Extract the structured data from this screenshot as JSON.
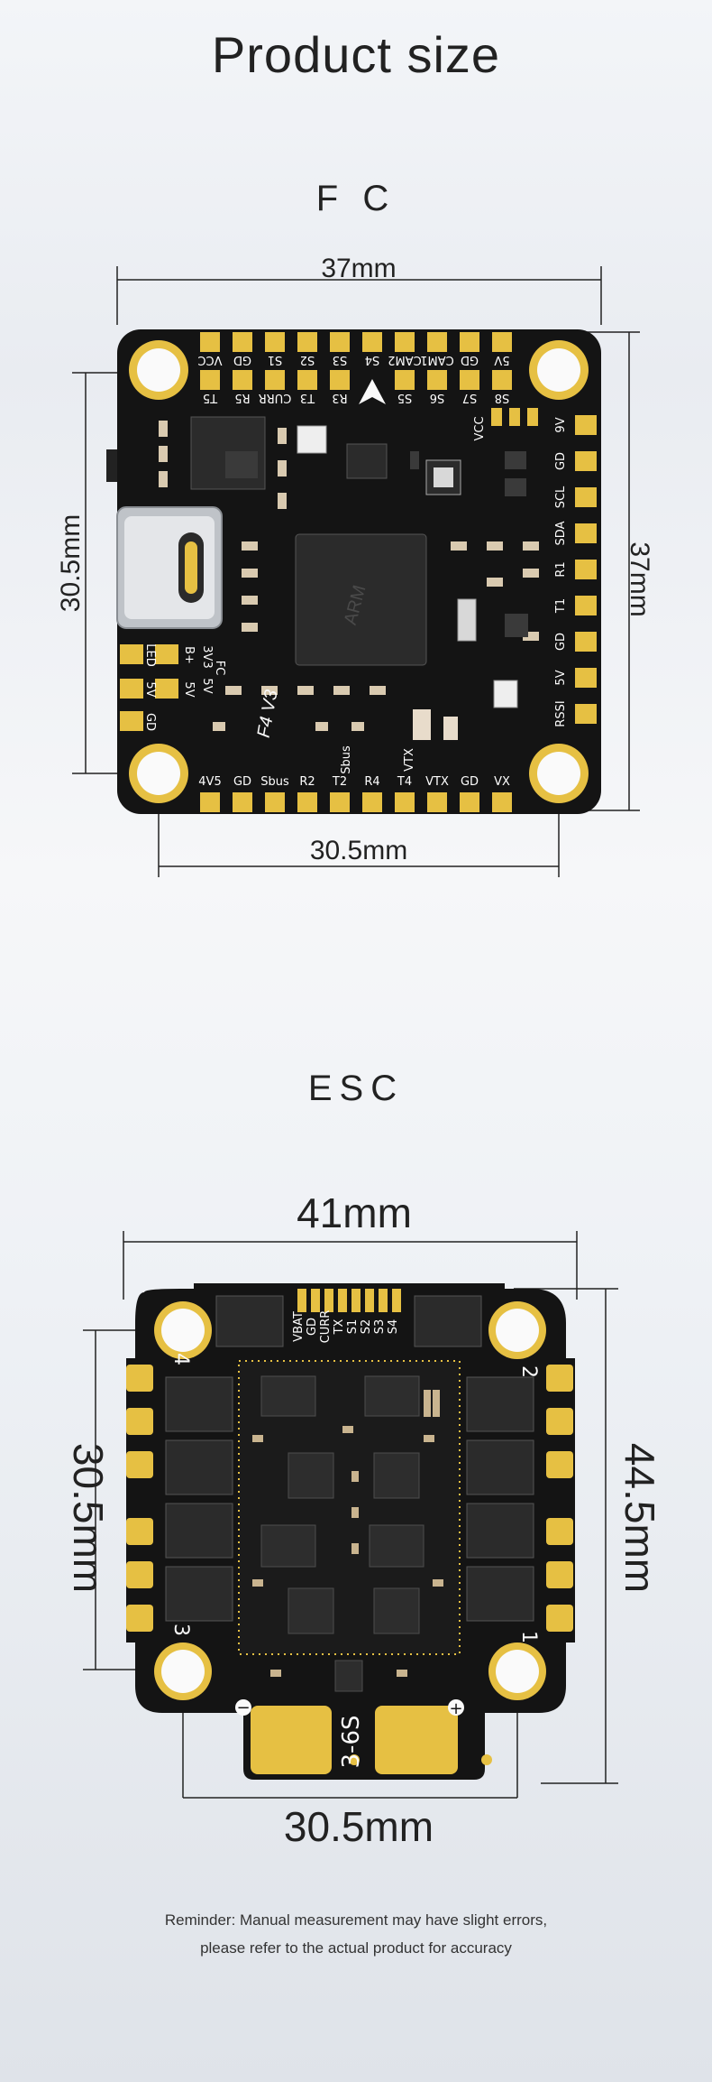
{
  "page": {
    "title": "Product size",
    "fc_label": "F C",
    "esc_label": "ESC",
    "reminder_line1": "Reminder: Manual measurement may have slight errors,",
    "reminder_line2": "please refer to the actual product for accuracy"
  },
  "fc": {
    "dims": {
      "top": "37mm",
      "right": "37mm",
      "left": "30.5mm",
      "bottom": "30.5mm"
    },
    "board_text": "F4 V3",
    "top_row_labels": [
      "VCC",
      "GD",
      "S1",
      "S2",
      "S3",
      "S4",
      "CAM2",
      "CAM1",
      "GD",
      "5V"
    ],
    "top_row2_labels": [
      "T5",
      "R5",
      "CURR",
      "T3",
      "R3",
      "S5",
      "S6",
      "S7",
      "S8"
    ],
    "right_labels": [
      "9V",
      "GD",
      "SCL",
      "SDA",
      "R1",
      "T1",
      "GD",
      "5V",
      "RSSI"
    ],
    "left_labels": [
      "LED",
      "5V",
      "GD"
    ],
    "left_inner_labels": [
      "B+",
      "3V3",
      "FC",
      "5V",
      "5V"
    ],
    "bottom_labels": [
      "4V5",
      "GD",
      "Sbus",
      "R2",
      "T2",
      "R4",
      "T4",
      "VTX",
      "GD",
      "VX"
    ],
    "bottom_inner_labels": [
      "Sbus",
      "VTX"
    ],
    "vcc_label": "VCC"
  },
  "esc": {
    "dims": {
      "top": "41mm",
      "right": "44.5mm",
      "left": "30.5mm",
      "bottom": "30.5mm"
    },
    "connector_labels": [
      "VBAT",
      "GD",
      "CURR",
      "TX",
      "S1",
      "S2",
      "S3",
      "S4"
    ],
    "corner_numbers": [
      "4",
      "2",
      "3",
      "1"
    ],
    "voltage_label": "3-6S",
    "minus": "−",
    "plus": "+"
  },
  "colors": {
    "pcb": "#141414",
    "pad": "#e6c043",
    "dim_line": "#222222"
  }
}
